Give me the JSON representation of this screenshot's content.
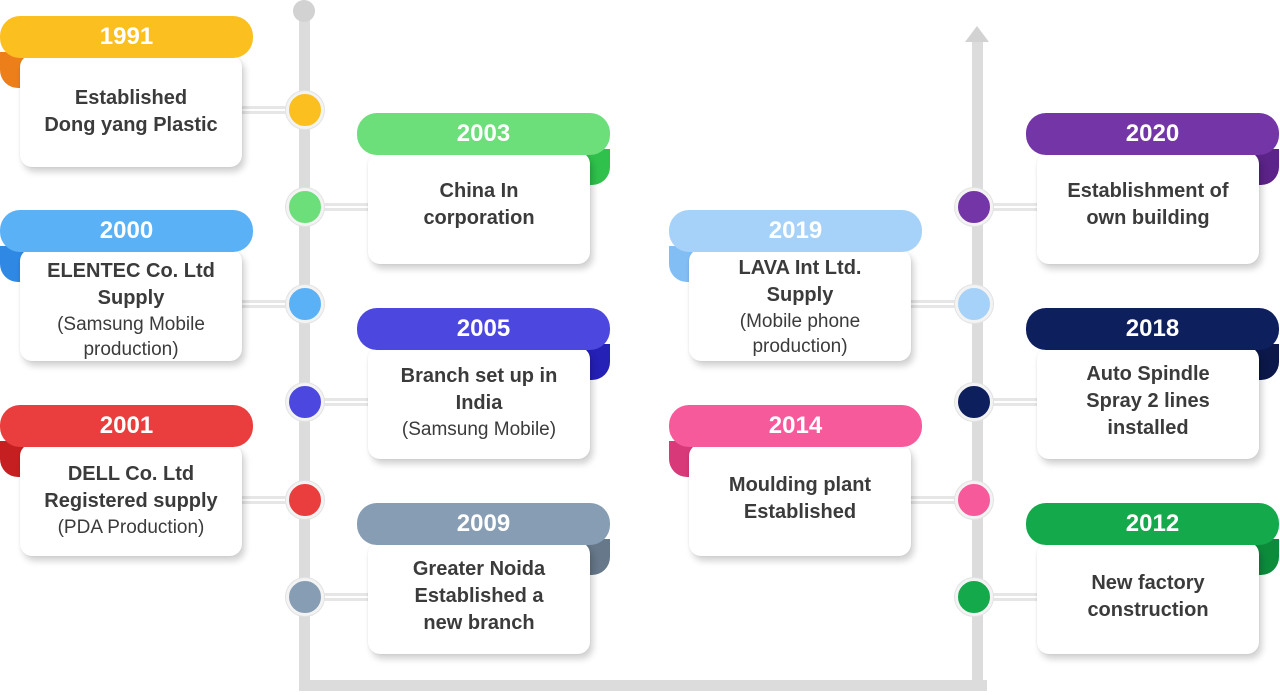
{
  "events": [
    {
      "year": "1991",
      "title": "Established Dong yang Plastic",
      "detail": "",
      "color": "#fbbf1f",
      "fold": "#ec7f1a"
    },
    {
      "year": "2000",
      "title": "ELENTEC Co. Ltd Supply",
      "detail": "(Samsung Mobile production)",
      "color": "#5bb1f6",
      "fold": "#2f88e3"
    },
    {
      "year": "2001",
      "title": "DELL Co. Ltd Registered supply",
      "detail": "(PDA Production)",
      "color": "#ea3d3e",
      "fold": "#c51f21"
    },
    {
      "year": "2003",
      "title": "China In corporation",
      "detail": "",
      "color": "#6cdf7a",
      "fold": "#2fc14b"
    },
    {
      "year": "2005",
      "title": "Branch set up in India",
      "detail": "(Samsung Mobile)",
      "color": "#4c47df",
      "fold": "#2520b6"
    },
    {
      "year": "2009",
      "title": "Greater Noida Established a new branch",
      "detail": "",
      "color": "#879db3",
      "fold": "#66788a"
    },
    {
      "year": "2019",
      "title": "LAVA Int Ltd. Supply",
      "detail": "(Mobile phone production)",
      "color": "#a6d2f9",
      "fold": "#82bdf3"
    },
    {
      "year": "2014",
      "title": "Moulding plant Established",
      "detail": "",
      "color": "#f65a9b",
      "fold": "#d83978"
    },
    {
      "year": "2020",
      "title": "Establishment of own building",
      "detail": "",
      "color": "#7435a7",
      "fold": "#5c2388"
    },
    {
      "year": "2018",
      "title": "Auto Spindle Spray 2 lines installed",
      "detail": "",
      "color": "#0e1f5e",
      "fold": "#0b1849"
    },
    {
      "year": "2012",
      "title": "New factory construction",
      "detail": "",
      "color": "#14aa4c",
      "fold": "#0c8c3b"
    }
  ]
}
